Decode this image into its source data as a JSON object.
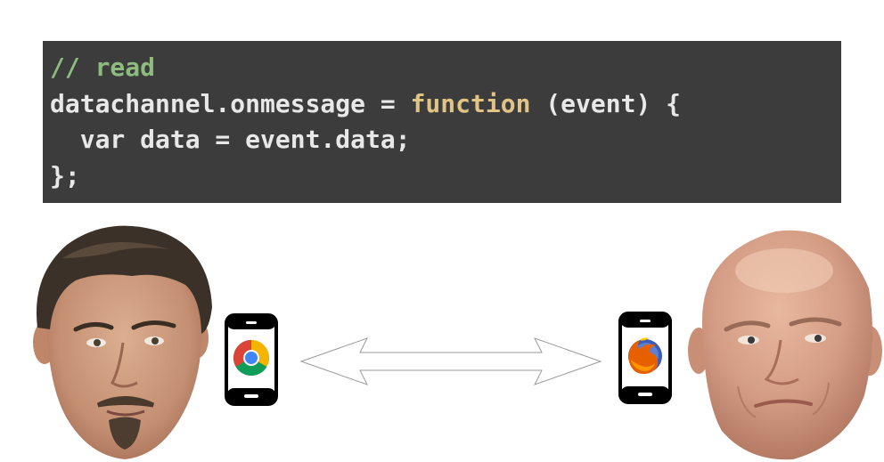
{
  "code": {
    "lines": [
      [
        {
          "t": "// read",
          "c": "comment"
        }
      ],
      [
        {
          "t": "datachannel.onmessage = ",
          "c": "plain"
        },
        {
          "t": "function",
          "c": "keyword"
        },
        {
          "t": " (event) {",
          "c": "plain"
        }
      ],
      [
        {
          "t": "  var data = event.data;",
          "c": "plain"
        }
      ],
      [
        {
          "t": "};",
          "c": "plain"
        }
      ]
    ]
  },
  "colors": {
    "code_background": "#3c3c3c",
    "comment": "#8dbc7e",
    "keyword": "#e0c486",
    "plain": "#e8e8e8"
  },
  "diagram": {
    "left_browser_icon": "chrome-logo-icon",
    "right_browser_icon": "firefox-logo-icon",
    "connection_icon": "bidirectional-arrow-icon"
  }
}
